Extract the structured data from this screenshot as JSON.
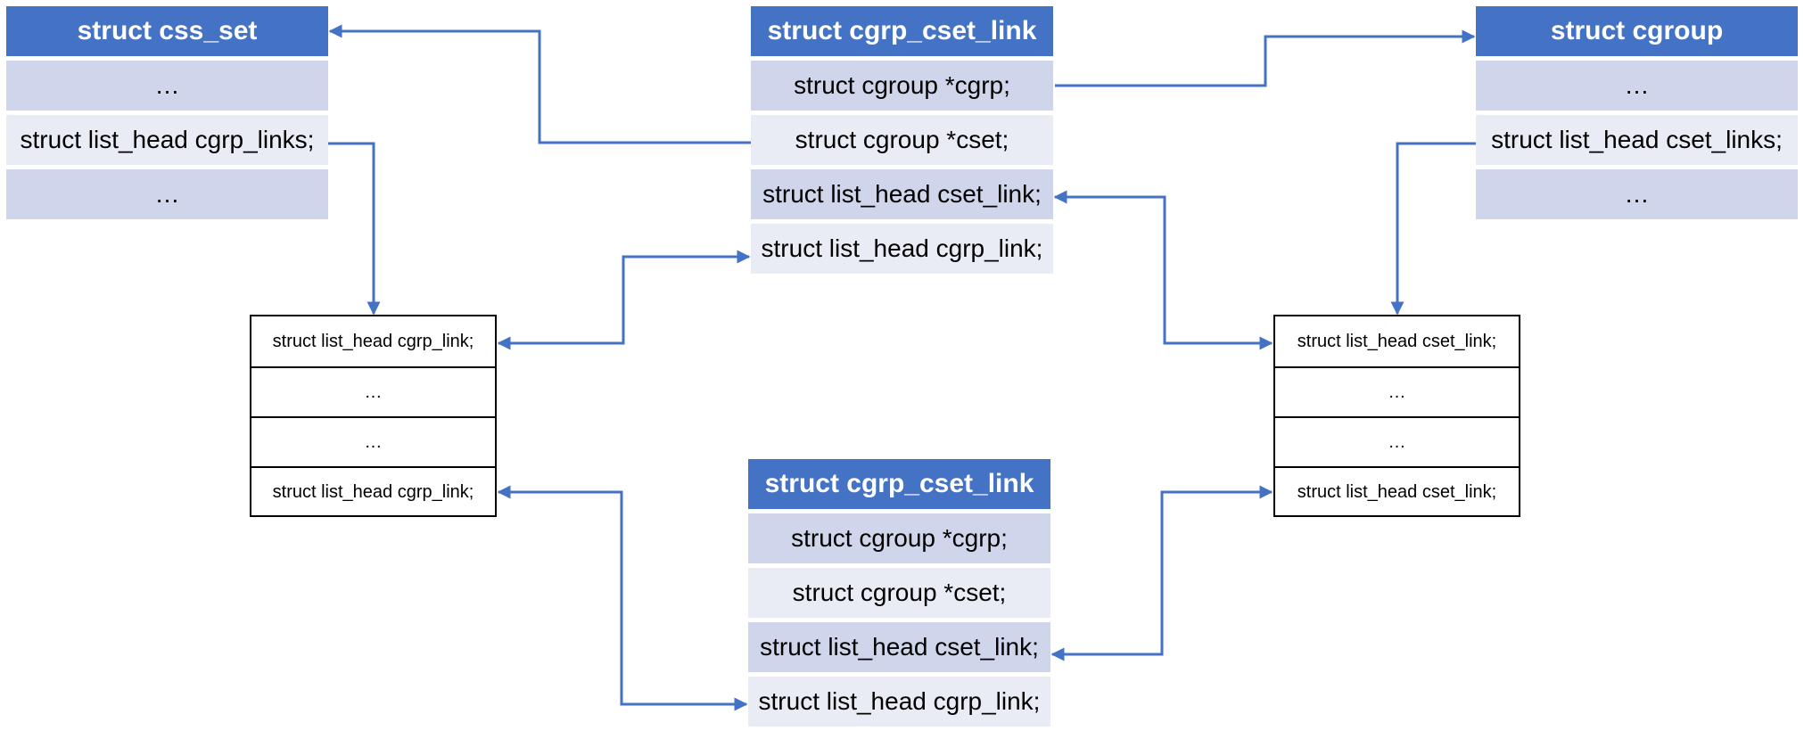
{
  "css_set": {
    "title": "struct css_set",
    "fields": [
      "…",
      "struct list_head cgrp_links;",
      "…"
    ]
  },
  "link_top": {
    "title": "struct cgrp_cset_link",
    "fields": [
      "struct cgroup *cgrp;",
      "struct cgroup *cset;",
      "struct list_head cset_link;",
      "struct list_head cgrp_link;"
    ]
  },
  "cgroup": {
    "title": "struct cgroup",
    "fields": [
      "…",
      "struct list_head cset_links;",
      "…"
    ]
  },
  "link_bottom": {
    "title": "struct cgrp_cset_link",
    "fields": [
      "struct cgroup *cgrp;",
      "struct cgroup *cset;",
      "struct list_head cset_link;",
      "struct list_head cgrp_link;"
    ]
  },
  "cgrp_list": {
    "items": [
      "struct list_head cgrp_link;",
      "…",
      "…",
      "struct list_head cgrp_link;"
    ]
  },
  "cset_list": {
    "items": [
      "struct list_head cset_link;",
      "…",
      "…",
      "struct list_head cset_link;"
    ]
  },
  "colors": {
    "header": "#4472c4",
    "row_dark": "#cfd5ea",
    "row_light": "#e9ebf5",
    "arrow": "#4472c4"
  }
}
